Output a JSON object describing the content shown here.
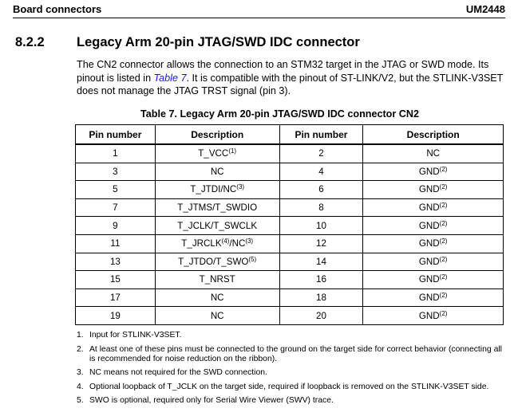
{
  "header": {
    "left": "Board connectors",
    "right": "UM2448"
  },
  "section": {
    "number": "8.2.2",
    "title": "Legacy Arm 20-pin JTAG/SWD IDC connector"
  },
  "paragraph": {
    "part1": "The CN2 connector allows the connection to an STM32 target in the JTAG or SWD mode. Its pinout is listed in ",
    "link": "Table 7",
    "part2": ". It is compatible with the pinout of ST-LINK/V2, but the STLINK-V3SET does not manage the JTAG TRST signal (pin 3)."
  },
  "table": {
    "caption": "Table 7. Legacy Arm 20-pin JTAG/SWD IDC connector CN2",
    "headers": [
      "Pin number",
      "Description",
      "Pin number",
      "Description"
    ],
    "rows": [
      {
        "pin_a": "1",
        "desc_a": "T_VCC",
        "desc_a_sup": "(1)",
        "pin_b": "2",
        "desc_b": "NC",
        "desc_b_sup": ""
      },
      {
        "pin_a": "3",
        "desc_a": "NC",
        "desc_a_sup": "",
        "pin_b": "4",
        "desc_b": "GND",
        "desc_b_sup": "(2)"
      },
      {
        "pin_a": "5",
        "desc_a": "T_JTDI/NC",
        "desc_a_sup": "(3)",
        "pin_b": "6",
        "desc_b": "GND",
        "desc_b_sup": "(2)"
      },
      {
        "pin_a": "7",
        "desc_a": "T_JTMS/T_SWDIO",
        "desc_a_sup": "",
        "pin_b": "8",
        "desc_b": "GND",
        "desc_b_sup": "(2)"
      },
      {
        "pin_a": "9",
        "desc_a": "T_JCLK/T_SWCLK",
        "desc_a_sup": "",
        "pin_b": "10",
        "desc_b": "GND",
        "desc_b_sup": "(2)"
      },
      {
        "pin_a": "11",
        "desc_a": "T_JRCLK",
        "desc_a_sup": "(4)",
        "desc_a_tail": "/NC",
        "desc_a_tail_sup": "(3)",
        "pin_b": "12",
        "desc_b": "GND",
        "desc_b_sup": "(2)"
      },
      {
        "pin_a": "13",
        "desc_a": "T_JTDO/T_SWO",
        "desc_a_sup": "(5)",
        "pin_b": "14",
        "desc_b": "GND",
        "desc_b_sup": "(2)"
      },
      {
        "pin_a": "15",
        "desc_a": "T_NRST",
        "desc_a_sup": "",
        "pin_b": "16",
        "desc_b": "GND",
        "desc_b_sup": "(2)"
      },
      {
        "pin_a": "17",
        "desc_a": "NC",
        "desc_a_sup": "",
        "pin_b": "18",
        "desc_b": "GND",
        "desc_b_sup": "(2)"
      },
      {
        "pin_a": "19",
        "desc_a": "NC",
        "desc_a_sup": "",
        "pin_b": "20",
        "desc_b": "GND",
        "desc_b_sup": "(2)"
      }
    ]
  },
  "notes": [
    {
      "num": "1.",
      "text": "Input for STLINK-V3SET."
    },
    {
      "num": "2.",
      "text": "At least one of these pins must be connected to the ground on the target side for correct behavior (connecting all is recommended for noise reduction on the ribbon)."
    },
    {
      "num": "3.",
      "text": "NC means not required for the SWD connection."
    },
    {
      "num": "4.",
      "text": "Optional loopback of T_JCLK on the target side, required if loopback is removed on the STLINK-V3SET side."
    },
    {
      "num": "5.",
      "text": "SWO is optional, required only for Serial Wire Viewer (SWV) trace."
    }
  ],
  "colors": {
    "link": "#1a1adb",
    "text": "#000000"
  }
}
